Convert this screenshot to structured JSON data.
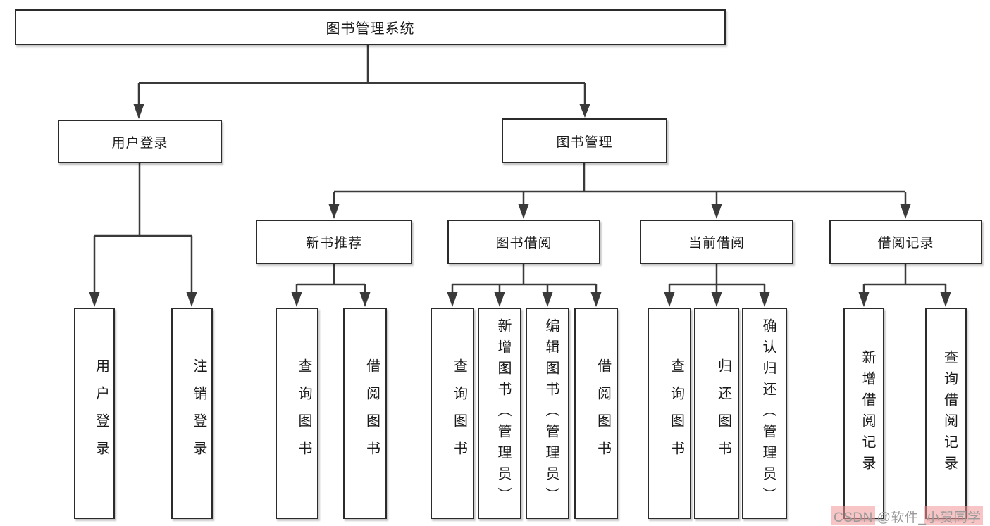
{
  "colors": {
    "line": "#3a3a3a",
    "box_border": "#2b2b2b",
    "box_fill": "#ffffff",
    "text": "#1a1a1a",
    "watermark_text": "#9b9b9b",
    "watermark_highlight": "#f0a0a0"
  },
  "watermark": {
    "text": "CSDN @软件_小贺同学"
  },
  "tree": {
    "root": {
      "label": "图书管理系统"
    },
    "branches": [
      {
        "label": "用户登录",
        "children": [
          "用户登录",
          "注销登录"
        ]
      },
      {
        "label": "图书管理",
        "sections": [
          {
            "label": "新书推荐",
            "children": [
              "查询图书",
              "借阅图书"
            ]
          },
          {
            "label": "图书借阅",
            "children": [
              "查询图书",
              "新增图书（管理员）",
              "编辑图书（管理员）",
              "借阅图书"
            ]
          },
          {
            "label": "当前借阅",
            "children": [
              "查询图书",
              "归还图书",
              "确认归还（管理员）"
            ]
          },
          {
            "label": "借阅记录",
            "children": [
              "新增借阅记录",
              "查询借阅记录"
            ]
          }
        ]
      }
    ]
  }
}
